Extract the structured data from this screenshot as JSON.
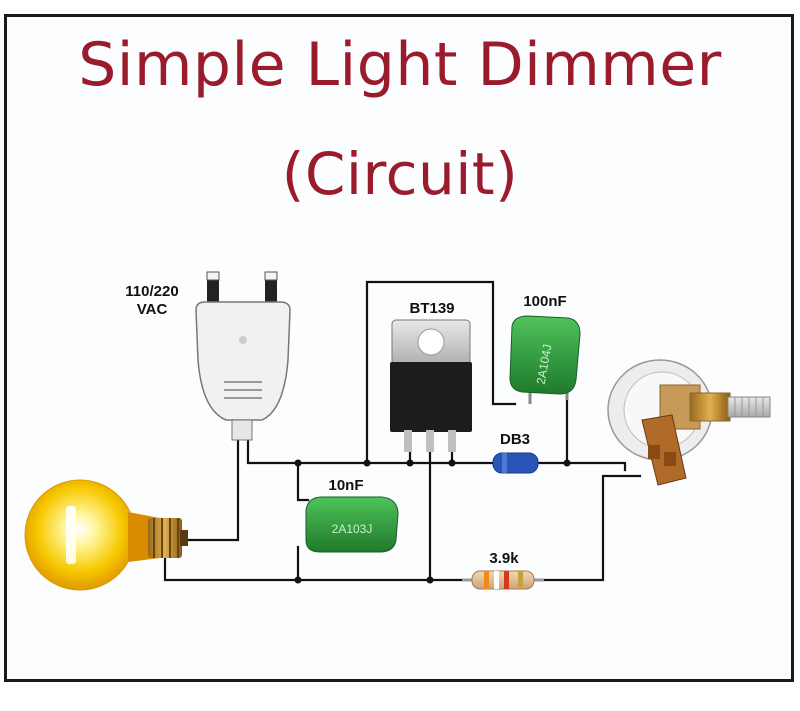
{
  "title_line1": "Simple Light Dimmer",
  "title_line2": "(Circuit)",
  "labels": {
    "supply_line1": "110/220",
    "supply_line2": "VAC",
    "triac": "BT139",
    "cap_top": "100nF",
    "diac": "DB3",
    "cap_bottom": "10nF",
    "resistor": "3.9k",
    "cap_bottom_marking": "2A103J",
    "cap_top_marking": "2A104J"
  },
  "colors": {
    "title": "#9a1b2c",
    "capacitor": "#2e9a3c",
    "diac": "#2a55b8",
    "bulb": "#f5c400",
    "wire": "#111111"
  }
}
